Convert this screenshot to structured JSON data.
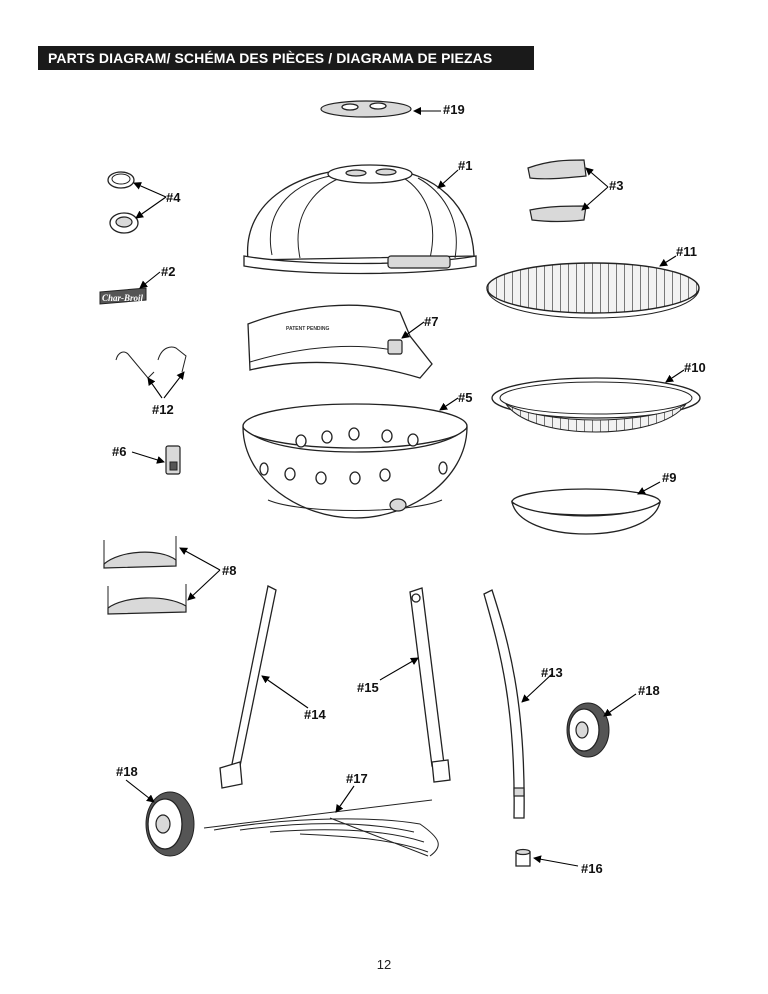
{
  "header": {
    "title": "PARTS DIAGRAM/ SCHÉMA DES PIÈCES / DIAGRAMA DE PIEZAS"
  },
  "parts": {
    "p19": "#19",
    "p1": "#1",
    "p4": "#4",
    "p3": "#3",
    "p11": "#11",
    "p2": "#2",
    "p7": "#7",
    "p12": "#12",
    "p10": "#10",
    "p5": "#5",
    "p6": "#6",
    "p9": "#9",
    "p8": "#8",
    "p13": "#13",
    "p15": "#15",
    "p18a": "#18",
    "p14": "#14",
    "p18b": "#18",
    "p17": "#17",
    "p16": "#16"
  },
  "imprints": {
    "logo": "Char-Broil",
    "patent": "PATENT PENDING"
  },
  "footer": {
    "page_number": "12"
  }
}
